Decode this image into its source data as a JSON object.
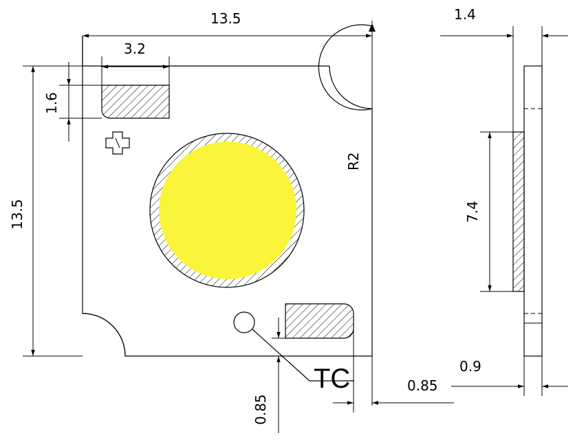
{
  "colors": {
    "led_emitter": "#FAF53A",
    "line": "#000000",
    "background": "#FFFFFF"
  },
  "icons": {
    "polarity_mark": "plus-cross-icon"
  },
  "front_view": {
    "width_label": "13.5",
    "height_label": "13.5",
    "pad_width_label": "3.2",
    "pad_height_label": "1.6",
    "corner_radius_label": "R2",
    "tc_label": "TC",
    "tc_offset_label": "0.85",
    "pad_offset_label": "0.85"
  },
  "side_view": {
    "thickness_label": "1.4",
    "emitter_height_label": "7.4",
    "substrate_label": "0.9"
  }
}
